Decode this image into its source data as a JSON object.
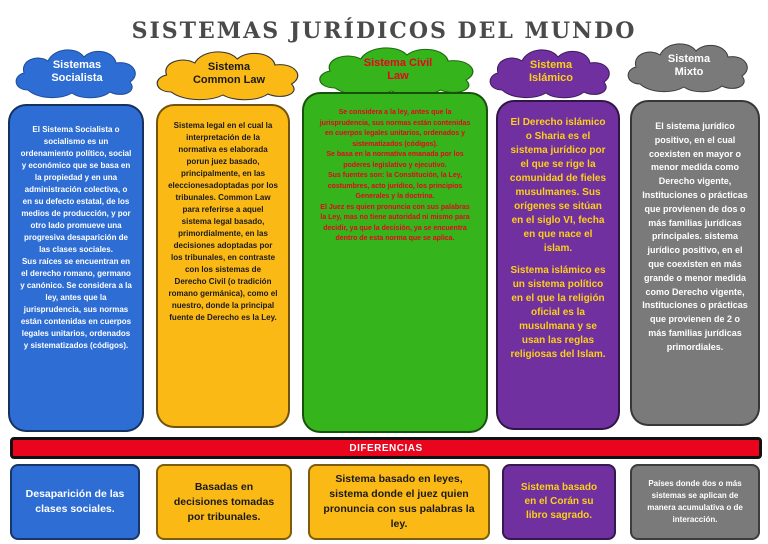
{
  "title": "SISTEMAS JURÍDICOS DEL MUNDO",
  "colors": {
    "socialista": "#2e6dd3",
    "common_law": "#fbb915",
    "civil": "#35b41c",
    "islamico": "#7030a0",
    "mixto": "#7a7a7a"
  },
  "clouds": {
    "socialista": [
      "Sistemas",
      "Socialista"
    ],
    "common_law": [
      "Sistema",
      "Common Law"
    ],
    "civil": [
      "Sistema Civil",
      "Law"
    ],
    "islamico": [
      "Sistema",
      "Islámico"
    ],
    "mixto": [
      "Sistema",
      "Mixto"
    ]
  },
  "columns": {
    "socialista": [
      "El Sistema Socialista o socialismo es un ordenamiento político, social y económico que se basa en la propiedad y en una administración colectiva, o en su defecto estatal, de los medios de producción, y por otro lado promueve una progresiva desaparición de las clases sociales.",
      "Sus raíces se encuentran en el derecho romano, germano y canónico. Se considera a la ley, antes que la jurisprudencia, sus normas están contenidas en cuerpos legales unitarios, ordenados y sistematizados (códigos)."
    ],
    "common_law": [
      "Sistema legal en el cual la interpretación de la normativa es elaborada porun juez basado, principalmente, en las eleccionesadoptadas por los tribunales. Common Law para referirse a aquel sistema legal basado, primordialmente, en las decisiones adoptadas por los tribunales, en contraste con los sistemas de Derecho Civil (o tradición romano germánica), como el nuestro, donde la principal fuente de Derecho es la Ley."
    ],
    "civil": [
      "Se considera a la ley, antes que la jurisprudencia, sus normas están contenidas en cuerpos legales unitarios, ordenados y sistematizados (códigos).",
      "Se basa en la normativa emanada por los poderes legislativo y ejecutivo.",
      "Sus fuentes son: la Constitución, la Ley, costumbres, acto jurídico, los principios Generales y la doctrina.",
      "El Juez es quien pronuncia con sus palabras la Ley, mas no tiene autoridad ni mismo para decidir, ya que la decisión, ya se encuentra dentro de esta norma que se aplica."
    ],
    "islamico": [
      "El Derecho islámico o Sharia es el sistema jurídico por el que se rige la comunidad de fieles musulmanes. Sus orígenes se sitúan en el siglo VI, fecha en que nace el islam.",
      "Sistema islámico es un sistema político en el que la religión oficial es la musulmana y se usan las reglas religiosas del Islam."
    ],
    "mixto": [
      "El sistema jurídico positivo, en el cual coexisten en mayor o menor medida como Derecho vigente, Instituciones o prácticas que provienen de dos o más familias jurídicas principales. sistema jurídico positivo, en el que coexisten en más grande o menor medida como Derecho vigente, Instituciones o prácticas que provienen de 2 o más familias jurídicas primordiales."
    ]
  },
  "differences_label": "DIFERENCIAS",
  "differences": {
    "socialista": "Desaparición de las clases sociales.",
    "common_law": "Basadas en decisiones tomadas por tribunales.",
    "civil": "Sistema basado en leyes, sistema donde el juez quien pronuncia con sus palabras la ley.",
    "islamico": "Sistema basado en el Corán su libro sagrado.",
    "mixto": "Países donde dos o más sistemas se aplican de manera acumulativa o de interacción."
  }
}
